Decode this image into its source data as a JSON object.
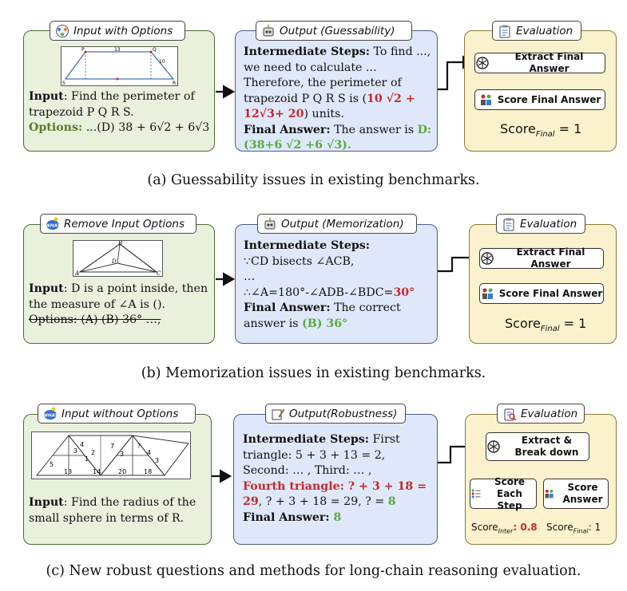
{
  "section_a": {
    "input_tag": "Input with Options",
    "input_label": "Input",
    "input_text": ": Find the perimeter of trapezoid P Q R S.",
    "options_label": "Options:",
    "options_text": " ...(D) 38 + 6√2 + 6√3",
    "figure_labels": [
      "P",
      "Q",
      "R",
      "S",
      "13",
      "10"
    ],
    "output_tag": "Output (Guessability)",
    "steps_label": "Intermediate Steps:",
    "steps_text": " To find ..., we need to calculate ... Therefore, the perimeter of trapezoid P Q R S is (",
    "steps_red": "10 √2 + 12√3+ 20",
    "steps_end": ") units.",
    "final_label": "Final Answer:",
    "final_text": " The answer is ",
    "final_green": "D: (38+6 √2 +6 √3).",
    "eval_tag": "Evaluation",
    "extract": "Extract Final Answer",
    "score_btn": "Score Final Answer",
    "score_word": "Score",
    "score_sub": "Final",
    "score_val": " = 1",
    "caption": "(a) Guessability issues in existing benchmarks."
  },
  "section_b": {
    "input_tag": "Remove Input Options",
    "input_label": "Input",
    "input_text": ": D is a point inside, then the measure of ∠A is ().",
    "options_struck": "Options: (A) (B) 36° …,",
    "figure_labels": [
      "B",
      "D",
      "A",
      "C"
    ],
    "output_tag": "Output (Memorization)",
    "steps_label": "Intermediate Steps:",
    "line1": "∵CD bisects ∠ACB,",
    "line2": "…",
    "line3": "∴∠A=180°-∠ADB-∠BDC=",
    "line3_red": "30°",
    "final_label": "Final Answer:",
    "final_text": " The correct answer is ",
    "final_green": "(B) 36°",
    "eval_tag": "Evaluation",
    "extract": "Extract Final Answer",
    "score_btn": "Score Final Answer",
    "score_word": "Score",
    "score_sub": "Final",
    "score_val": " = 1",
    "caption": "(b) Memorization issues in existing benchmarks."
  },
  "section_c": {
    "input_tag": "Input without Options",
    "input_label": "Input",
    "input_text": ": Find the radius of the small sphere in terms of R.",
    "figure_labels": [
      "5",
      "3",
      "4",
      "1",
      "2",
      "7",
      "3",
      "?",
      "4",
      "3",
      "13",
      "14",
      "20",
      "18"
    ],
    "output_tag": "Output(Robustness)",
    "steps_label": "Intermediate Steps:",
    "steps_text": " First triangle: 5 + 3 + 13 = 2, Second: … , Third: … ,",
    "fourth_red": "Fourth triangle: ? + 3 + 18 = 29",
    "line_end": ", ? + 3 + 18 = 29, ? = ",
    "line_end_green": "8",
    "final_label": "Final Answer:",
    "final_green": " 8",
    "eval_tag": "Evaluation",
    "extract": "Extract & Break down",
    "score_each": "Score Each Step",
    "score_answer": "Score Answer",
    "score_word": "Score",
    "inter_sub": "Inter",
    "inter_val": ": 0.8",
    "final_sub": "Final",
    "final_val": ": 1",
    "caption": "(c) New robust questions and methods for long-chain reasoning evaluation."
  }
}
